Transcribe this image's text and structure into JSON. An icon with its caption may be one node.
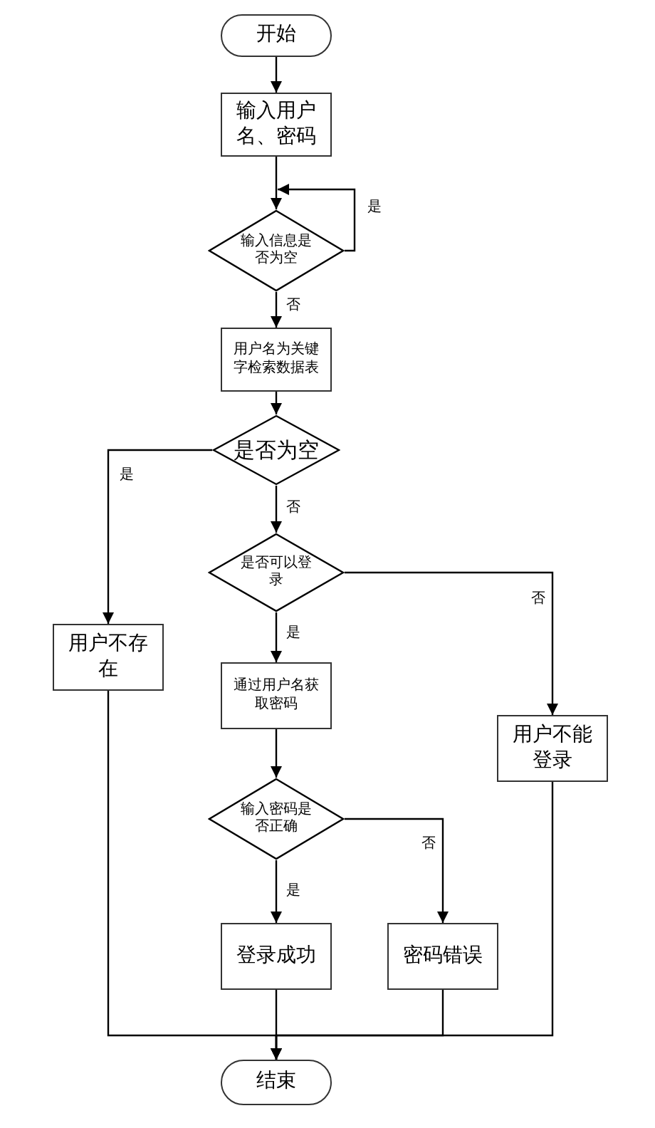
{
  "diagram": {
    "nodes": [
      {
        "text": [
          "开始"
        ]
      },
      {
        "text": [
          "输入用户名、密码"
        ]
      },
      {
        "text": [
          "输入信息是否为空"
        ]
      },
      {
        "text": [
          "用户名为关键字检索数据表"
        ]
      },
      {
        "text": [
          "是否为空"
        ]
      },
      {
        "text": [
          "用户不存在"
        ]
      },
      {
        "text": [
          "是否可以登录"
        ]
      },
      {
        "text": [
          "通过用户名获取密码"
        ]
      },
      {
        "text": [
          "用户不能登录"
        ]
      },
      {
        "text": [
          "输入密码是否正确"
        ]
      },
      {
        "text": [
          "登录成功"
        ]
      },
      {
        "text": [
          "密码错误"
        ]
      },
      {
        "text": [
          "结束"
        ]
      }
    ],
    "edges": [
      {
        "from": 0,
        "to": 1,
        "arrow": "to"
      },
      {
        "from": 1,
        "to": 2,
        "arrow": "to"
      },
      {
        "from": 2,
        "to": 2,
        "arrow": "to",
        "label": "是"
      },
      {
        "from": 2,
        "to": 3,
        "arrow": "to",
        "label": "否"
      },
      {
        "from": 3,
        "to": 4,
        "arrow": "to"
      },
      {
        "from": 4,
        "to": 5,
        "arrow": "to",
        "label": "是"
      },
      {
        "from": 4,
        "to": 6,
        "arrow": "to",
        "label": "否"
      },
      {
        "from": 6,
        "to": 7,
        "arrow": "to",
        "label": "是"
      },
      {
        "from": 6,
        "to": 8,
        "arrow": "to",
        "label": "否"
      },
      {
        "from": 7,
        "to": 9,
        "arrow": "to"
      },
      {
        "from": 9,
        "to": 10,
        "arrow": "to",
        "label": "是"
      },
      {
        "from": 9,
        "to": 11,
        "arrow": "to",
        "label": "否"
      },
      {
        "from": 5,
        "to": 12,
        "arrow": "to"
      },
      {
        "from": 10,
        "to": 12,
        "arrow": "to"
      },
      {
        "from": 11,
        "to": 12,
        "arrow": "to"
      },
      {
        "from": 8,
        "to": 12,
        "arrow": "to"
      }
    ]
  }
}
